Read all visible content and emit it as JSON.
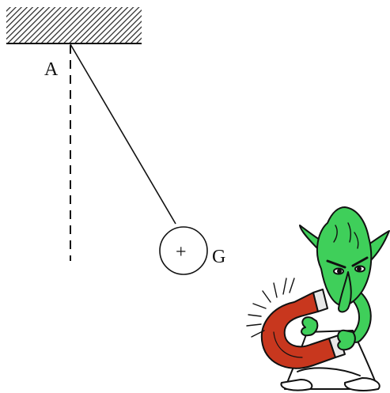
{
  "labels": {
    "pivot": "A",
    "ball": "G",
    "ball_sign": "+"
  },
  "colors": {
    "ink": "#111111",
    "goblin_skin": "#3fcf5a",
    "magnet_red": "#c8371e",
    "magnet_tip": "#e8e8e8"
  },
  "icons": {
    "ceiling": "hatched-ceiling",
    "magnet": "horseshoe-magnet-icon",
    "goblin": "goblin-figure"
  }
}
